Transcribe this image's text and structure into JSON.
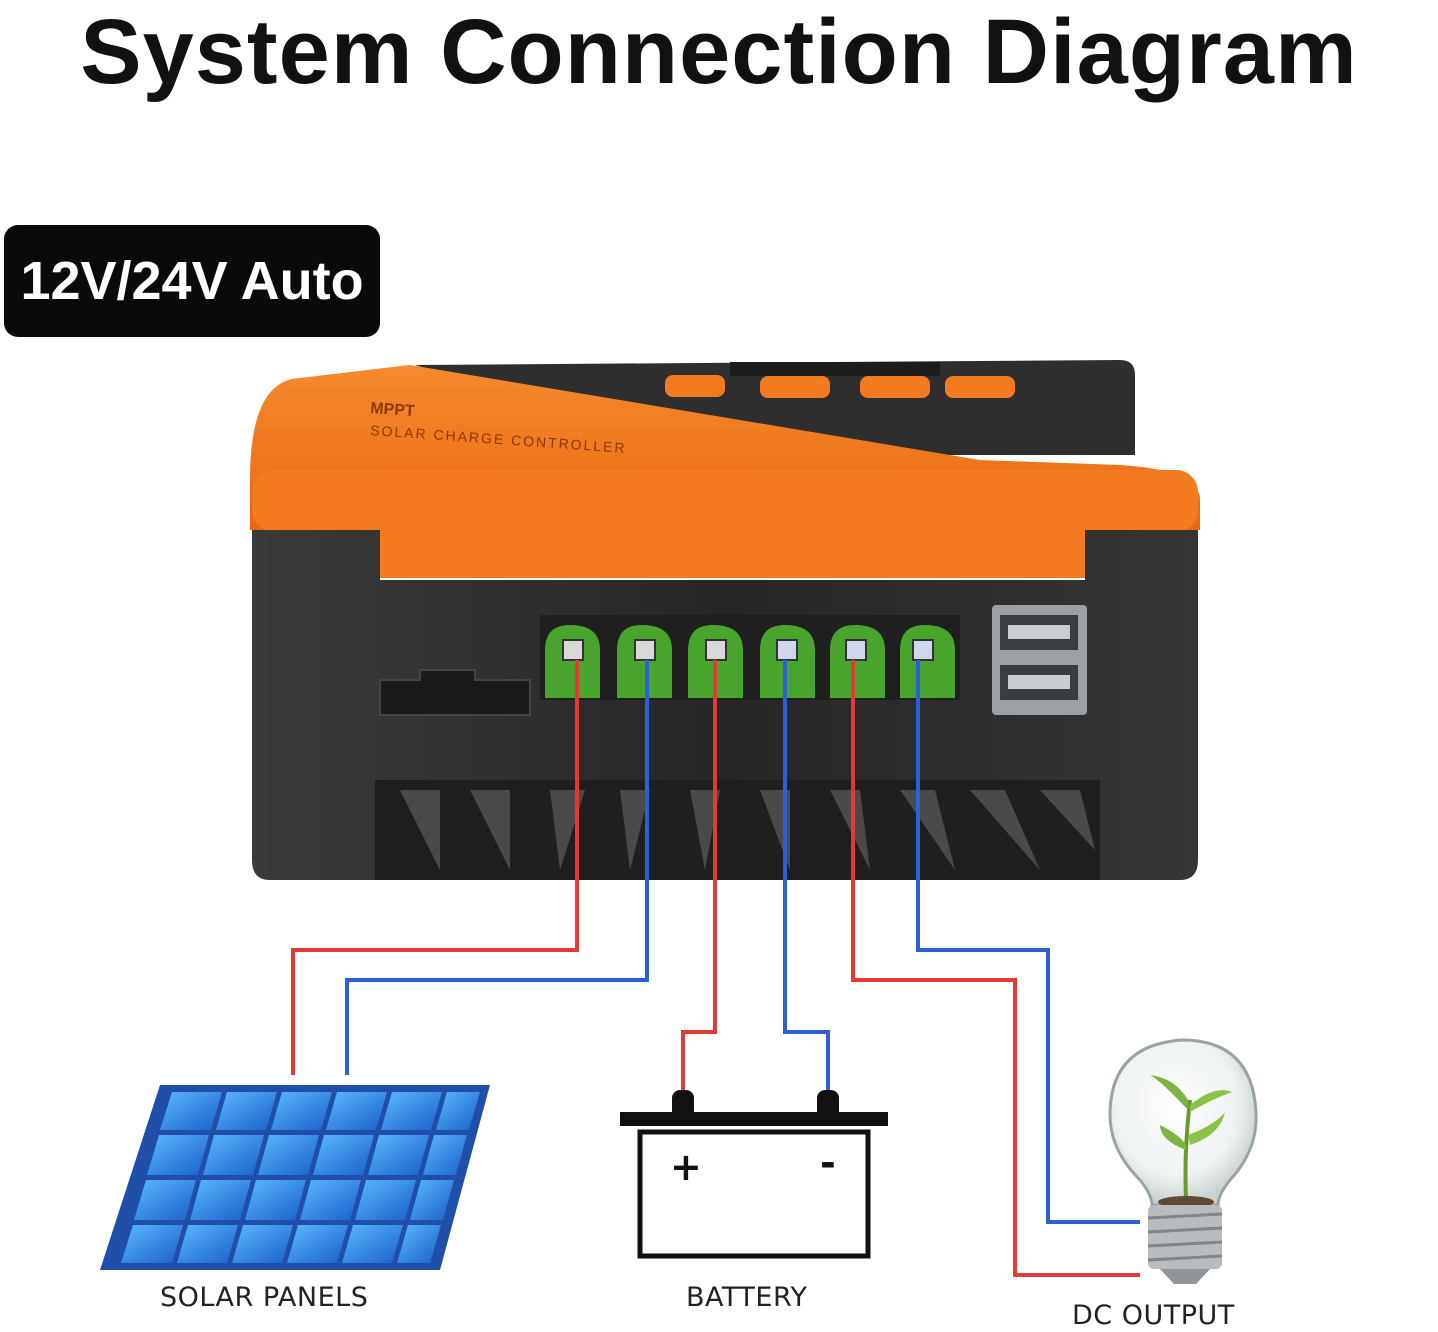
{
  "title": "System Connection Diagram",
  "badge": "12V/24V Auto",
  "controller": {
    "brand_text": "MPPT",
    "sub_text": "SOLAR CHARGE CONTROLLER"
  },
  "battery": {
    "plus": "+",
    "minus": "-"
  },
  "labels": {
    "solar": "SOLAR PANELS",
    "battery": "BATTERY",
    "dc_output": "DC OUTPUT"
  },
  "colors": {
    "positive_wire": "#e53935",
    "negative_wire": "#2f5fd6",
    "controller_orange": "#f47a20",
    "controller_body": "#2b2b2b",
    "terminal_green": "#4aa52e"
  }
}
